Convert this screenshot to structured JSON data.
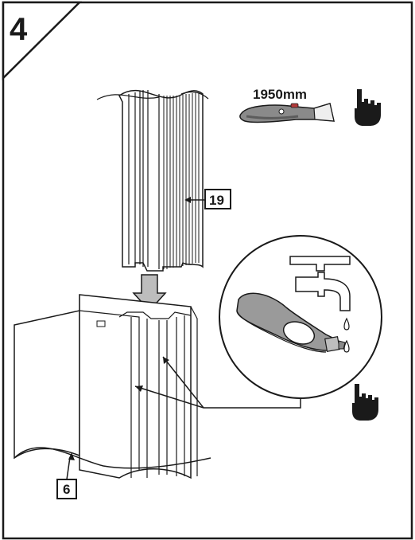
{
  "step": {
    "number": "4"
  },
  "tools": {
    "cutter_length": "1950mm"
  },
  "parts": {
    "seal_profile": "19",
    "door_panel": "6"
  },
  "icons": [
    "utility-knife-icon",
    "hand-pointer-icon",
    "water-tap-icon",
    "soap-bottle-icon",
    "water-drop-icon",
    "down-arrow-icon"
  ],
  "colors": {
    "line": "#1a1a1a",
    "knife_body": "#8a8a8a",
    "knife_grip": "#5c5c5c",
    "accent": "#b23a3a",
    "arrow_fill": "#bdbdbd",
    "bottle_fill": "#9a9a9a"
  }
}
